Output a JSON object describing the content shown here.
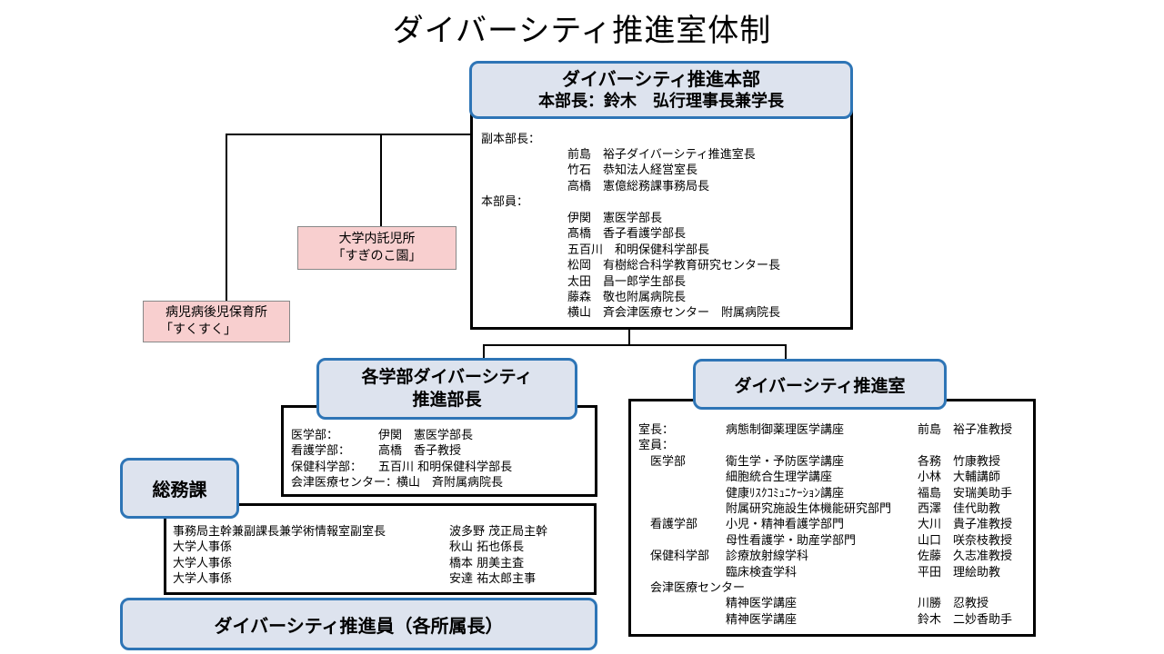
{
  "title": "ダイバーシティ推進室体制",
  "hq": {
    "title": "ダイバーシティ推進本部",
    "chief": "本部長：鈴木　弘行理事長兼学長",
    "vice_label": "副本部長：",
    "vice_members": [
      "前島　裕子ダイバーシティ推進室長",
      "竹石　恭知法人経営室長",
      "高橋　憲億総務課事務局長"
    ],
    "members_label": "本部員：",
    "members": [
      "伊関　憲医学部長",
      "髙橋　香子看護学部長",
      "五百川　和明保健科学部長",
      "松岡　有樹総合科学教育研究センター長",
      "太田　昌一郎学生部長",
      "藤森　敬也附属病院長",
      "横山　斉会津医療センター　附属病院長"
    ]
  },
  "childcare": {
    "line1": "大学内託児所",
    "line2": "「すぎのこ園」"
  },
  "sick_childcare": {
    "line1": "病児病後児保育所",
    "line2": "「すくすく」"
  },
  "faculty": {
    "title_line1": "各学部ダイバーシティ",
    "title_line2": "推進部長",
    "rows": [
      {
        "dept": "医学部：",
        "name": "伊関　憲医学部長"
      },
      {
        "dept": "看護学部：",
        "name": "高橋　香子教授"
      },
      {
        "dept": "保健科学部：",
        "name": "五百川 和明保健科学部長"
      },
      {
        "dept": "会津医療センター：",
        "name": "横山　斉附属病院長"
      }
    ]
  },
  "somuka": {
    "title": "総務課",
    "rows": [
      {
        "role": "事務局主幹兼副課長兼学術情報室副室長",
        "name": "波多野 茂正局主幹"
      },
      {
        "role": "大学人事係",
        "name": "秋山 拓也係長"
      },
      {
        "role": "大学人事係",
        "name": "橋本 朋美主査"
      },
      {
        "role": "大学人事係",
        "name": "安達 祐太郎主事"
      }
    ]
  },
  "promoters": {
    "title": "ダイバーシティ推進員（各所属長）"
  },
  "office": {
    "title": "ダイバーシティ推進室",
    "rows": [
      {
        "a": "室長：",
        "b": "病態制御薬理医学講座",
        "c": "前島　裕子准教授"
      },
      {
        "a": "室員：",
        "b": "",
        "c": ""
      },
      {
        "a": "　医学部",
        "b": "衛生学・予防医学講座",
        "c": "各務　竹康教授"
      },
      {
        "a": "",
        "b": "細胞統合生理学講座",
        "c": "小林　大輔講師"
      },
      {
        "a": "",
        "b": "健康ﾘｽｸｺﾐｭﾆｹｰｼｮﾝ講座",
        "c": "福島　安瑞美助手"
      },
      {
        "a": "",
        "b": "附属研究施設生体機能研究部門",
        "c": "西澤　佳代助教"
      },
      {
        "a": "　看護学部",
        "b": "小児・精神看護学部門",
        "c": "大川　貴子准教授"
      },
      {
        "a": "",
        "b": "母性看護学・助産学部門",
        "c": "山口　咲奈枝教授"
      },
      {
        "a": "　保健科学部",
        "b": "診療放射線学科",
        "c": "佐藤　久志准教授"
      },
      {
        "a": "",
        "b": "臨床検査学科",
        "c": "平田　理絵助教"
      },
      {
        "a": "　会津医療センター",
        "b": "",
        "c": ""
      },
      {
        "a": "",
        "b": "精神医学講座",
        "c": "川勝　忍教授"
      },
      {
        "a": "",
        "b": "精神医学講座",
        "c": "鈴木　二妙香助手"
      }
    ]
  },
  "colors": {
    "blue_border": "#2e75b6",
    "blue_fill": "#dde3ee",
    "pink_fill": "#f8cfcf"
  }
}
